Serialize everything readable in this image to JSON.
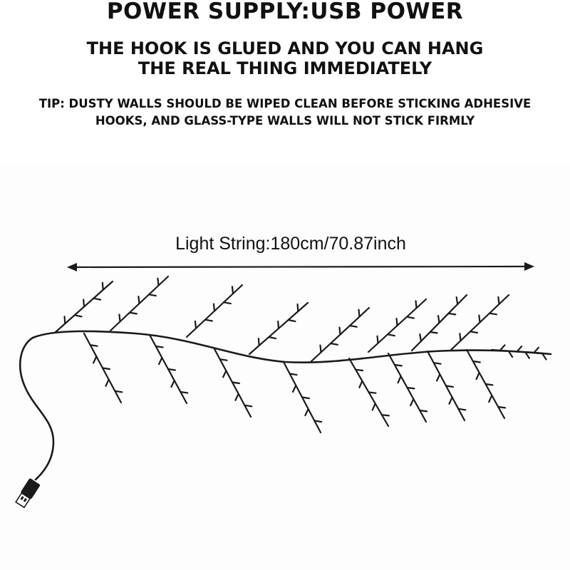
{
  "header": {
    "title": "POWER SUPPLY:USB POWER",
    "subtitle_lines": [
      "THE HOOK IS GLUED AND YOU CAN HANG",
      "THE REAL THING IMMEDIATELY"
    ],
    "tip_lines": [
      "TIP: DUSTY WALLS SHOULD BE WIPED CLEAN BEFORE STICKING ADHESIVE",
      "HOOKS, AND GLASS-TYPE WALLS WILL NOT STICK FIRMLY"
    ]
  },
  "illustration": {
    "length_label": "Light String:180cm/70.87inch",
    "line_color": "#1a1a1a",
    "icons": [
      "double-arrow-icon",
      "usb-plug-icon",
      "vine-branch-icon"
    ]
  }
}
